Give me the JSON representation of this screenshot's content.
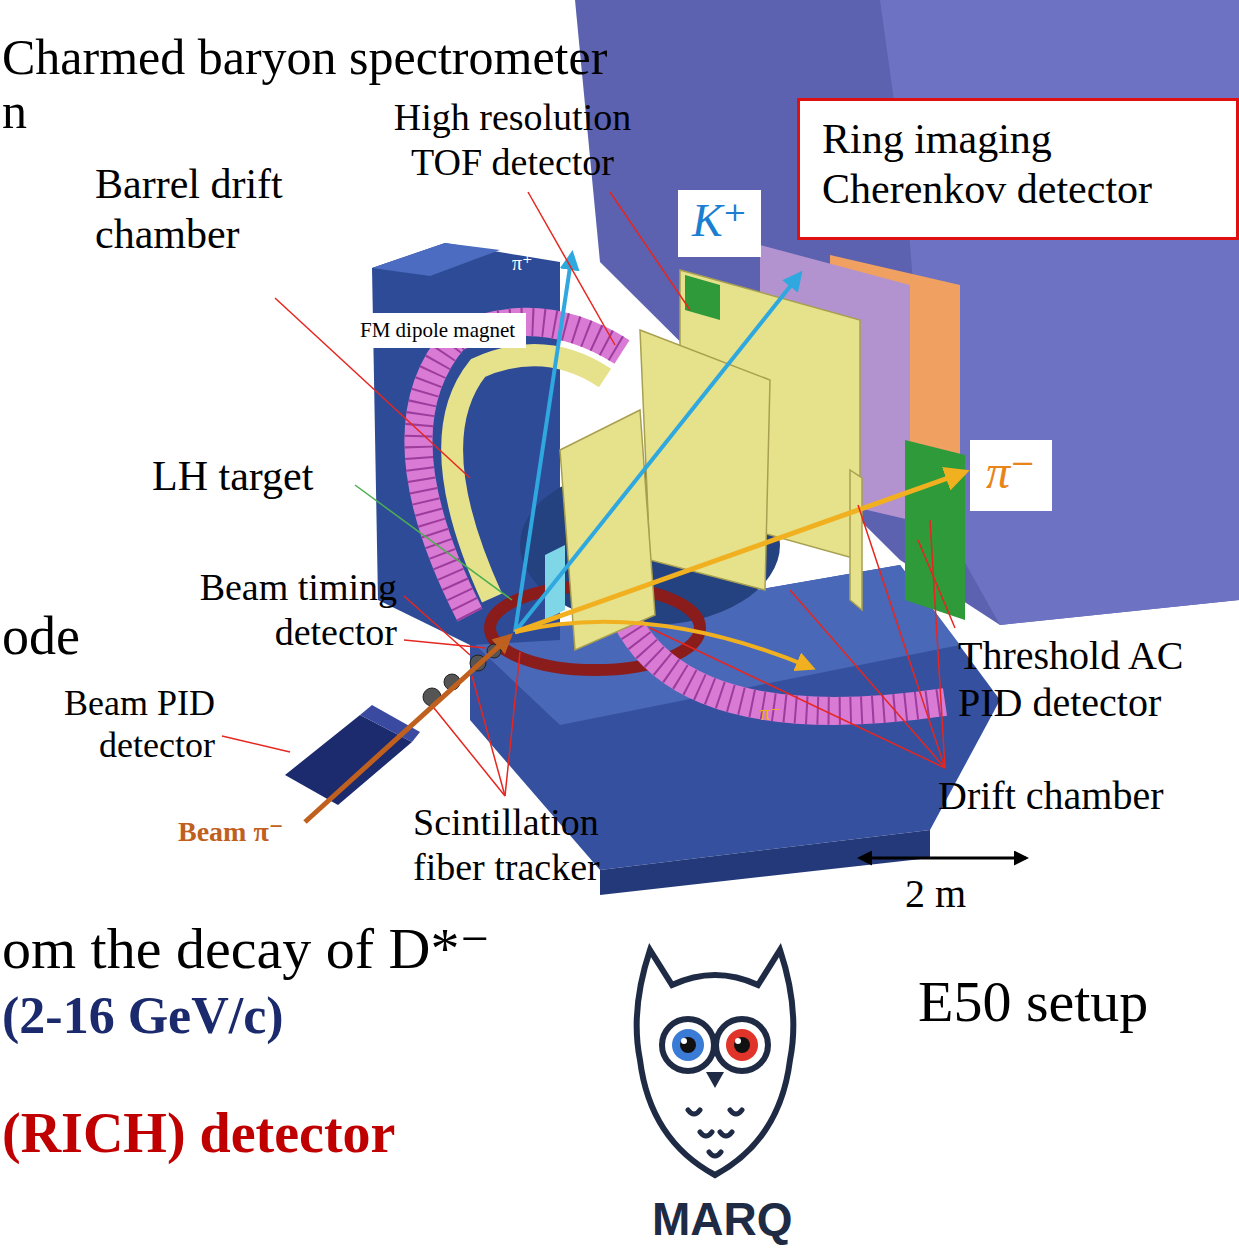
{
  "diagram": {
    "nodes": [
      {
        "text": [
          "Ring imaging Cherenkov detector"
        ]
      },
      {
        "text": [
          "K⁺"
        ]
      },
      {
        "text": [
          "FM dipole magnet"
        ]
      },
      {
        "text": [
          "π⁻"
        ]
      }
    ],
    "labels": [
      "Charmed baryon spectrometer",
      "n",
      "Barrel drift chamber",
      "High resolution TOF detector",
      "π⁺",
      "LH target",
      "Beam timing detector",
      "ode",
      "Beam PID detector",
      "π⁻",
      "Threshold AC PID detector",
      "Drift chamber",
      "Beam π⁻",
      "Scintillation fiber tracker",
      "2 m",
      "om the decay of D*⁻",
      "E50 setup",
      "(2-16 GeV/c)",
      "(RICH) detector",
      "MARQ"
    ]
  }
}
